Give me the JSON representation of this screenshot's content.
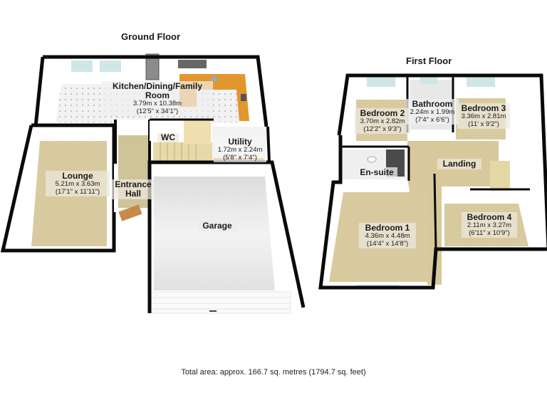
{
  "ground_floor": {
    "title": "Ground Floor",
    "rooms": [
      {
        "id": "kitchen",
        "name": "Kitchen/Dining/Family Room",
        "name_line1": "Kitchen/Dining/Family",
        "name_line2": "Room",
        "metric": "3.79m x 10.38m",
        "imperial": "(12'5\" x 34'1\")"
      },
      {
        "id": "lounge",
        "name": "Lounge",
        "metric": "5.21m x 3.63m",
        "imperial": "(17'1\" x 11'11\")"
      },
      {
        "id": "entrance_hall",
        "name": "Entrance Hall",
        "name_line1": "Entrance",
        "name_line2": "Hall"
      },
      {
        "id": "wc",
        "name": "WC"
      },
      {
        "id": "utility",
        "name": "Utility",
        "metric": "1.72m x 2.24m",
        "imperial": "(5'8\" x 7'4\")"
      },
      {
        "id": "garage",
        "name": "Garage"
      }
    ]
  },
  "first_floor": {
    "title": "First Floor",
    "rooms": [
      {
        "id": "bedroom2",
        "name": "Bedroom 2",
        "metric": "3.70m x 2.82m",
        "imperial": "(12'2\" x 9'3\")"
      },
      {
        "id": "bathroom",
        "name": "Bathroom",
        "metric": "2.24m x 1.99m",
        "imperial": "(7'4\" x 6'6\")"
      },
      {
        "id": "bedroom3",
        "name": "Bedroom 3",
        "metric": "3.36m x 2.81m",
        "imperial": "(11' x 9'2\")"
      },
      {
        "id": "ensuite",
        "name": "En-suite"
      },
      {
        "id": "landing",
        "name": "Landing"
      },
      {
        "id": "bedroom1",
        "name": "Bedroom 1",
        "metric": "4.36m x 4.48m",
        "imperial": "(14'4\" x 14'8\")"
      },
      {
        "id": "bedroom4",
        "name": "Bedroom 4",
        "metric": "2.11m x 3.27m",
        "imperial": "(6'11\" x 10'9\")"
      }
    ]
  },
  "footer": {
    "total_area": "Total area: approx. 166.7 sq. metres (1794.7 sq. feet)"
  },
  "colors": {
    "wall": "#0a0a0a",
    "wall_inner": "#f4f4f4",
    "carpet": "#d8c99c",
    "tile_floor": "#f1f1f1",
    "garage_floor": "#e6e6e6",
    "worktop": "#e3962e",
    "window": "#cfe6e6"
  }
}
